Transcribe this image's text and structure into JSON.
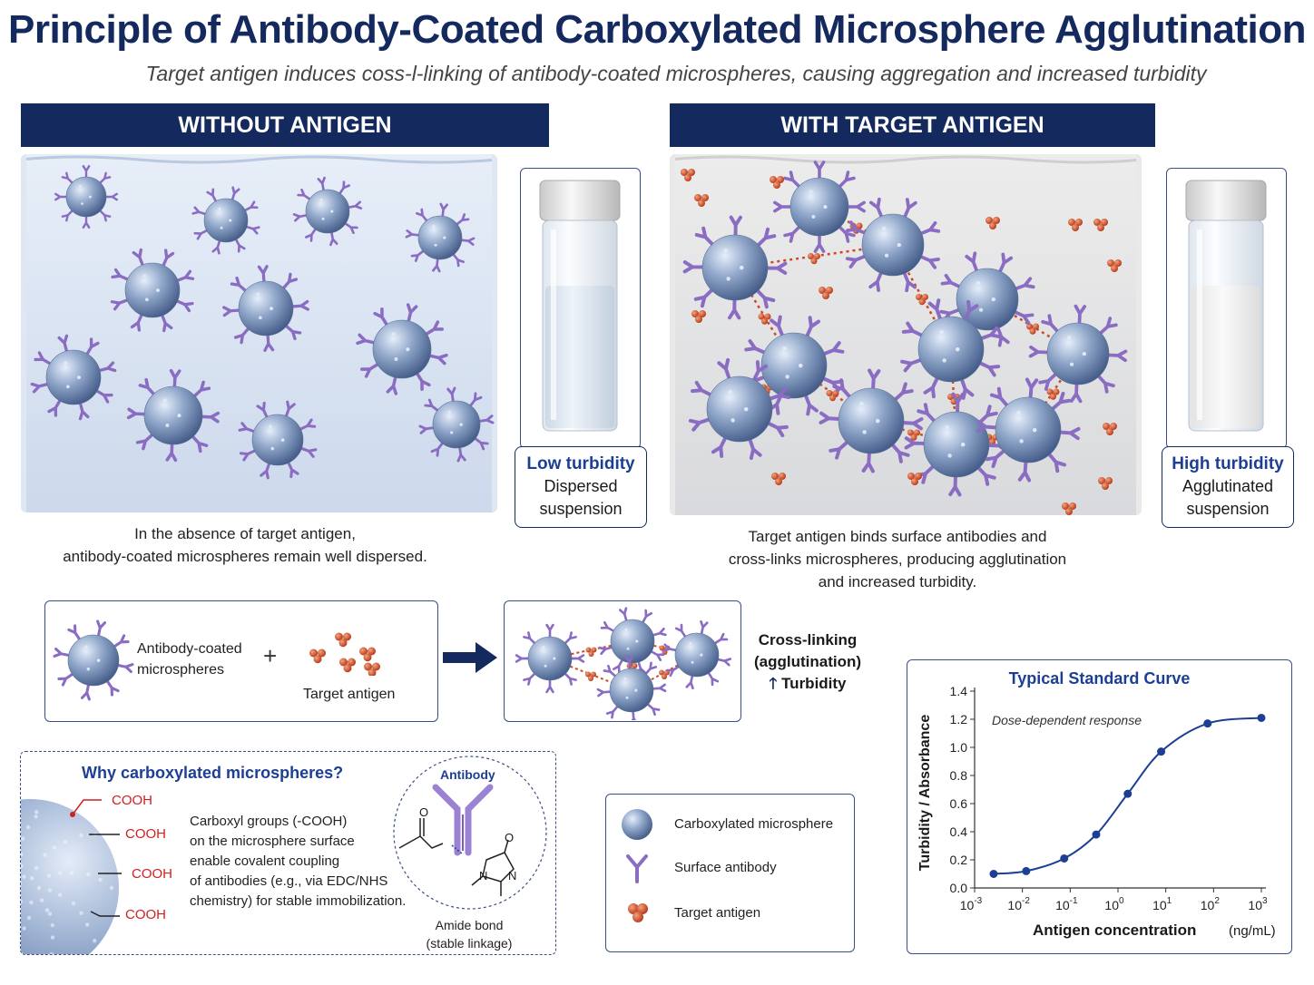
{
  "header": {
    "title": "Principle of Antibody-Coated Carboxylated Microsphere Agglutination",
    "subtitle": "Target antigen induces coss-l-linking of antibody-coated microspheres, causing aggregation and increased turbidity"
  },
  "left_section": {
    "banner": "WITHOUT ANTIGEN",
    "caption_title": "Low turbidity",
    "caption_line1": "Dispersed",
    "caption_line2": "suspension",
    "desc_line1": "In the absence of target antigen,",
    "desc_line2": "antibody-coated microspheres remain well dispersed."
  },
  "right_section": {
    "banner": "WITH TARGET ANTIGEN",
    "caption_title": "High turbidity",
    "caption_line1": "Agglutinated",
    "caption_line2": "suspension",
    "desc_line1": "Target antigen binds surface antibodies and",
    "desc_line2": "cross-links microspheres, producing agglutination",
    "desc_line3": "and increased turbidity."
  },
  "reaction": {
    "microspheres_line1": "Antibody-coated",
    "microspheres_line2": "microspheres",
    "plus": "+",
    "antigen_label": "Target antigen",
    "result_line1": "Cross-linking",
    "result_line2": "(agglutination)",
    "result_line3": "Turbidity",
    "up_arrow": "🡑"
  },
  "carboxyl_panel": {
    "title": "Why carboxylated microspheres?",
    "cooh_label": "COOH",
    "text_lines": [
      "Carboxyl groups (-COOH)",
      "on the microsphere surface",
      "enable covalent coupling",
      "of antibodies (e.g., via EDC/NHS",
      "chemistry) for stable immobilization."
    ],
    "antibody_label": "Antibody",
    "bond_line1": "Amide bond",
    "bond_line2": "(stable linkage)",
    "atom_o": "O",
    "atom_n": "N"
  },
  "legend": {
    "items": [
      "Carboxylated microsphere",
      "Surface antibody",
      "Target antigen"
    ]
  },
  "colors": {
    "navy": "#14295e",
    "sphere": "#7f97bd",
    "antibody": "#8a6cc2",
    "antigen": "#cf4a22",
    "curve": "#1c3f94",
    "cooh": "#d02020"
  },
  "chart_data": {
    "type": "line",
    "title": "Typical Standard Curve",
    "annotation": "Dose-dependent response",
    "xlabel": "Antigen concentration",
    "xunit": "(ng/mL)",
    "ylabel": "Turbidity / Absorbance",
    "xscale": "log",
    "xlim": [
      0.001,
      1000
    ],
    "ylim": [
      0,
      1.4
    ],
    "xticks": [
      {
        "value": 0.001,
        "base": "10",
        "exp": "-3"
      },
      {
        "value": 0.01,
        "base": "10",
        "exp": "-2"
      },
      {
        "value": 0.1,
        "base": "10",
        "exp": "-1"
      },
      {
        "value": 1,
        "base": "10",
        "exp": "0"
      },
      {
        "value": 10,
        "base": "10",
        "exp": "1"
      },
      {
        "value": 100,
        "base": "10",
        "exp": "2"
      },
      {
        "value": 1000,
        "base": "10",
        "exp": "3"
      }
    ],
    "yticks": [
      "0.0",
      "0.2",
      "0.4",
      "0.6",
      "0.8",
      "1.0",
      "1.2",
      "1.4"
    ],
    "x": [
      0.0025,
      0.012,
      0.075,
      0.35,
      1.6,
      8,
      75,
      1000
    ],
    "y": [
      0.1,
      0.12,
      0.21,
      0.38,
      0.67,
      0.97,
      1.17,
      1.21
    ],
    "grid": false
  }
}
